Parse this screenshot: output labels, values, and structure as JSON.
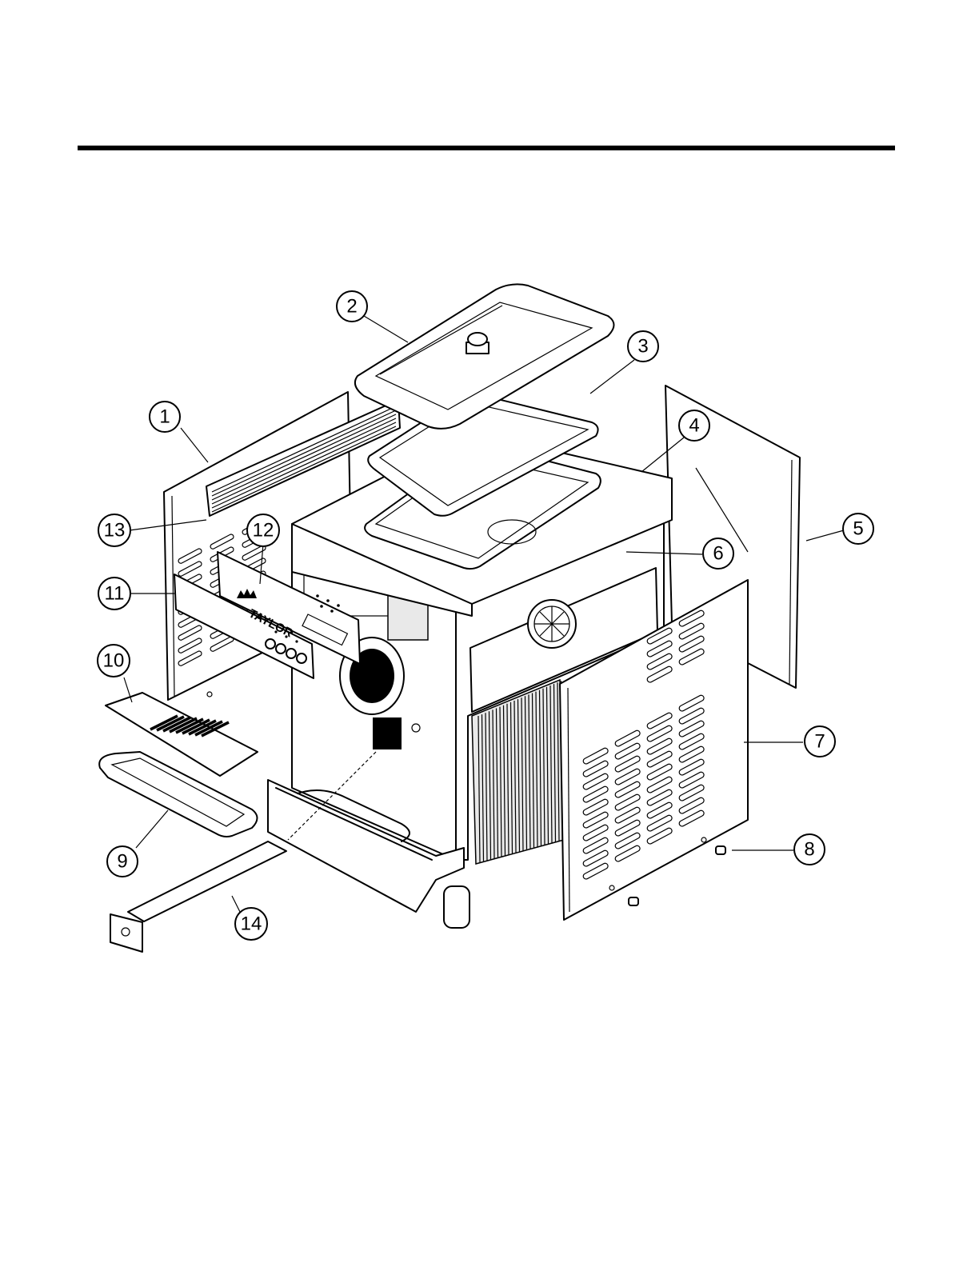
{
  "callouts": [
    {
      "label": "1"
    },
    {
      "label": "2"
    },
    {
      "label": "3"
    },
    {
      "label": "4"
    },
    {
      "label": "5"
    },
    {
      "label": "6"
    },
    {
      "label": "7"
    },
    {
      "label": "8"
    },
    {
      "label": "9"
    },
    {
      "label": "10"
    },
    {
      "label": "11"
    },
    {
      "label": "12"
    },
    {
      "label": "13"
    },
    {
      "label": "14"
    }
  ],
  "brand_logo_text": "TAYLOR",
  "colors": {
    "line": "#000000",
    "background": "#ffffff",
    "shade": "#e9e9e9"
  }
}
